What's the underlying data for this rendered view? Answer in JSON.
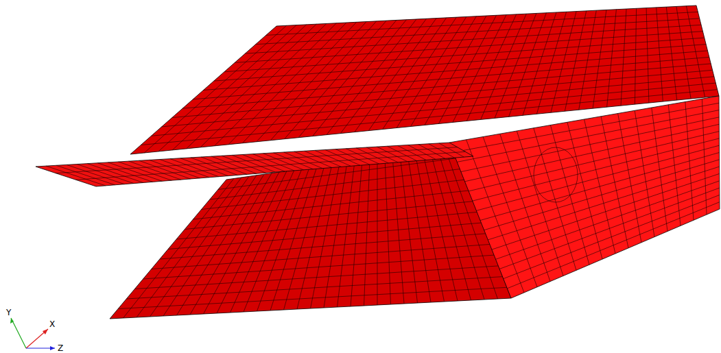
{
  "diagram": {
    "labels": [
      "Y",
      "X",
      "Z"
    ]
  }
}
